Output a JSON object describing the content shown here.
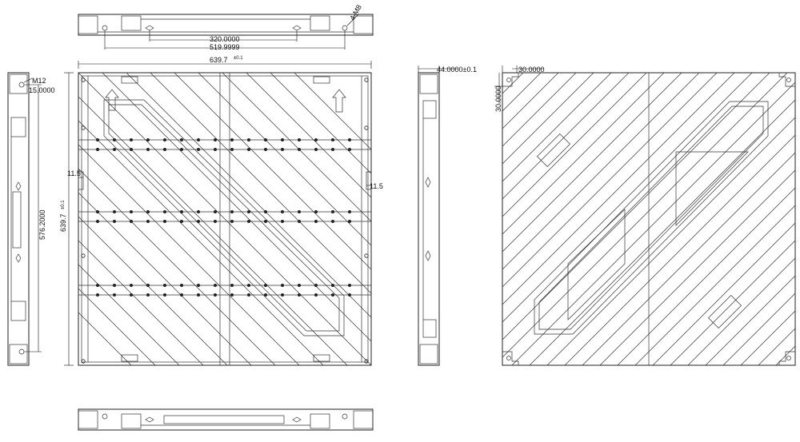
{
  "dimensions": {
    "top_inner": "320.0000",
    "top_outer": "519.9999",
    "top_screw": "4-M8",
    "front_width": "639.7",
    "front_width_tol": "±0.1",
    "front_height": "639.7",
    "front_height_tol": "±0.1",
    "front_left_offset": "11.5",
    "front_right_offset": "11.5",
    "left_screw": "M12",
    "left_edge": "15.0000",
    "left_height": "576.2000",
    "depth": "44.0000±0.1",
    "back_x": "30.0000",
    "back_y": "30.0000"
  }
}
